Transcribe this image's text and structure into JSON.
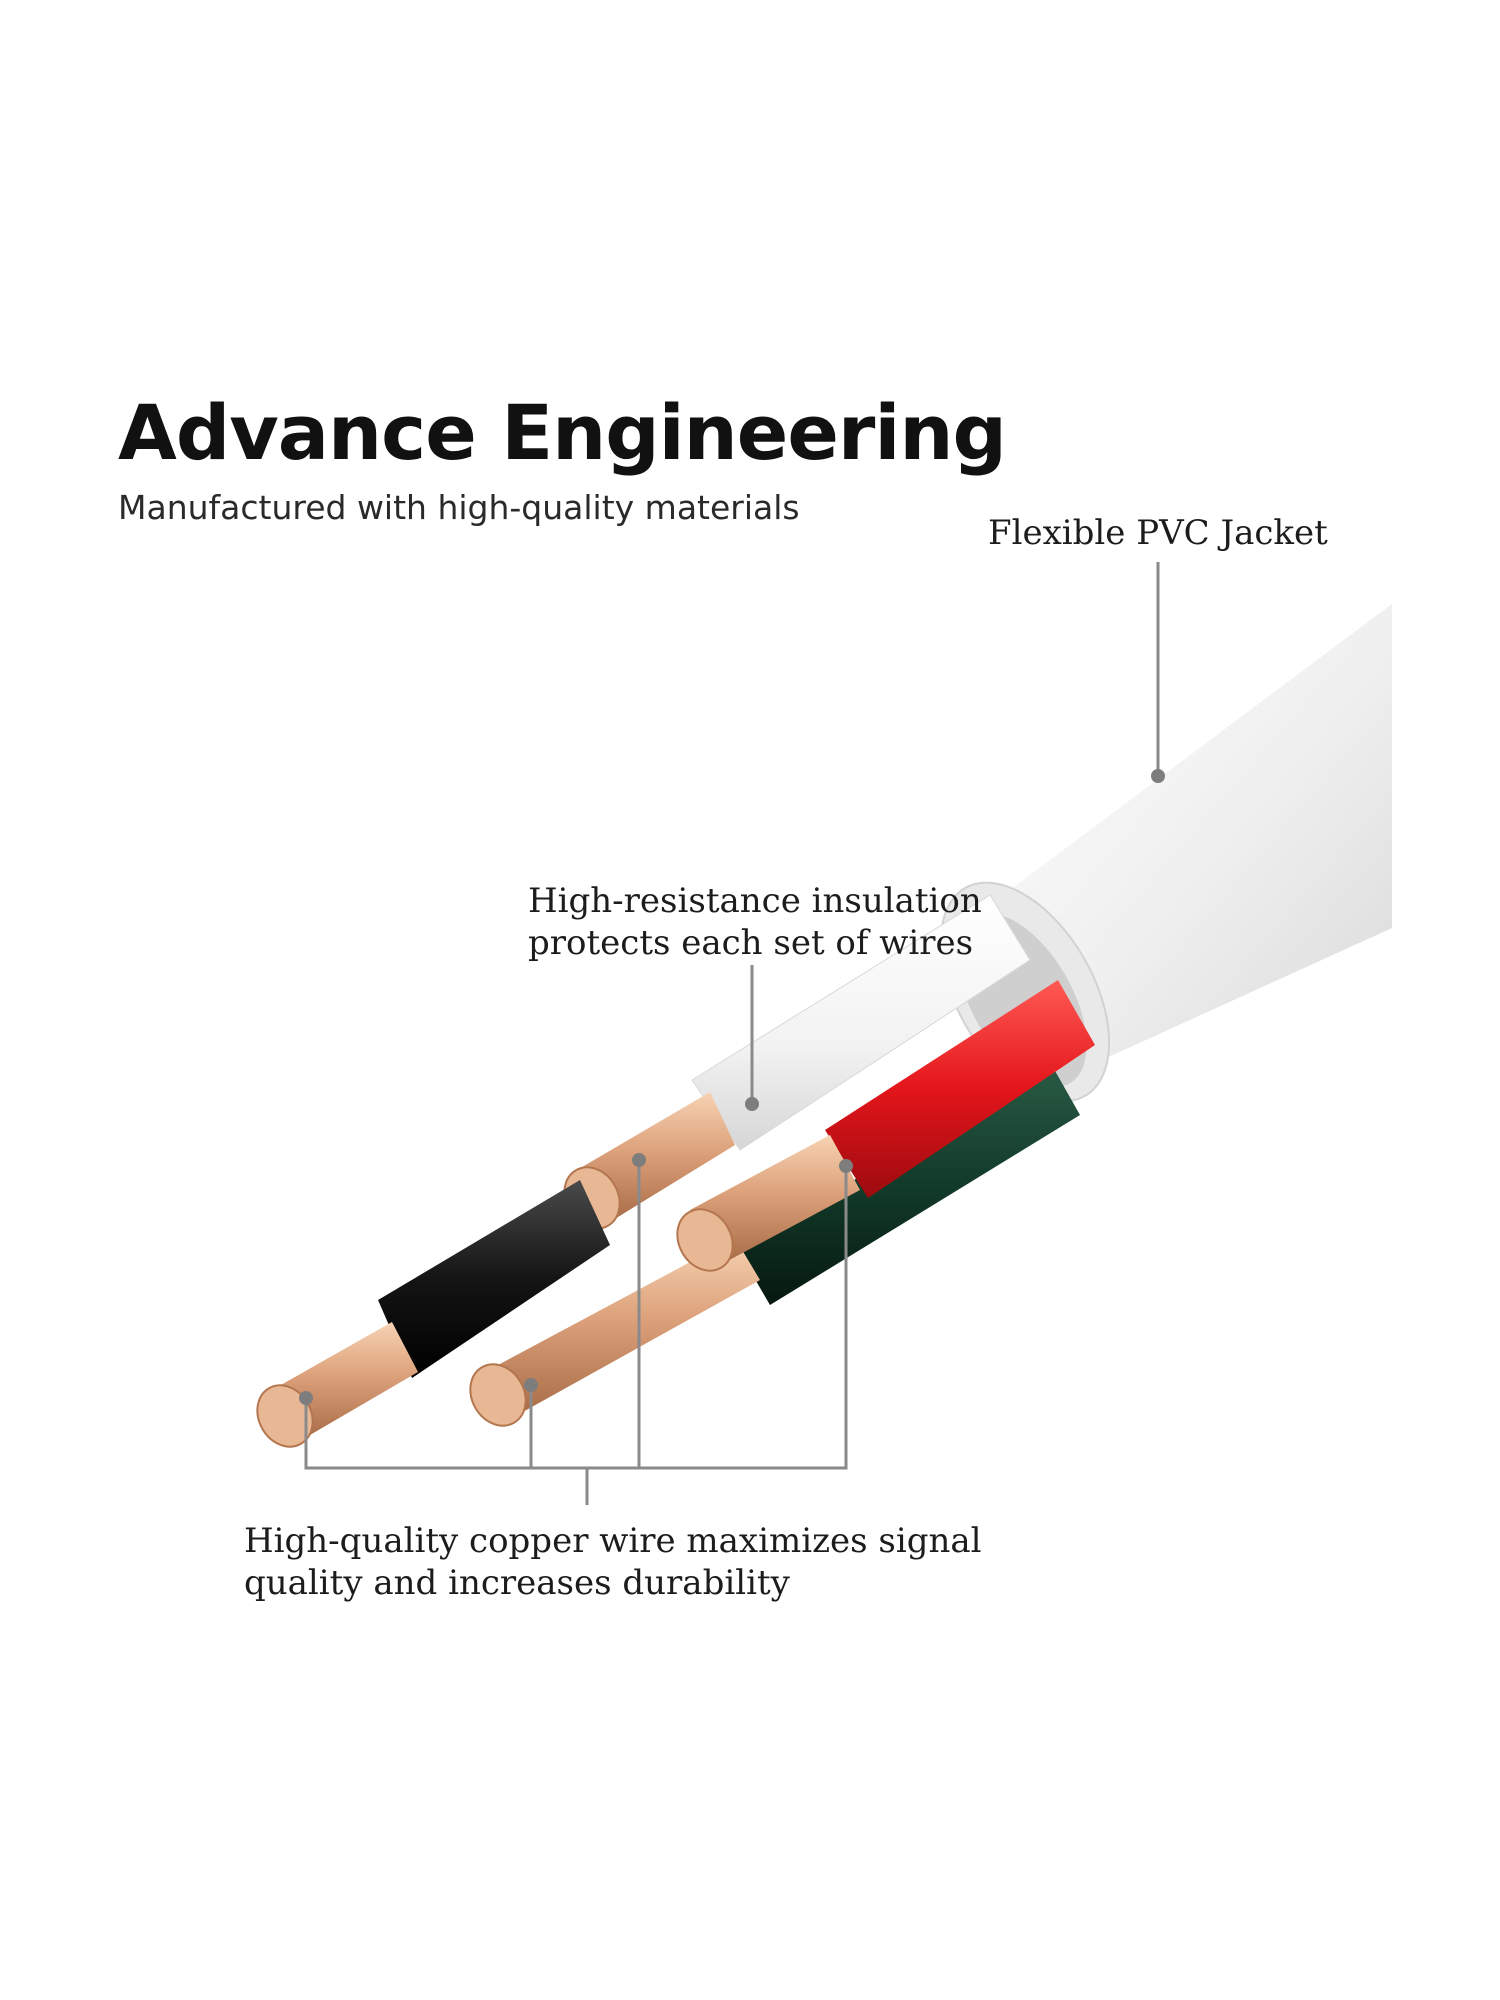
{
  "header": {
    "title": "Advance Engineering",
    "subtitle": "Manufactured with high-quality materials"
  },
  "callouts": {
    "jacket": "Flexible PVC Jacket",
    "insulation_line1": "High-resistance insulation",
    "insulation_line2": "protects each set of wires",
    "copper_line1": "High-quality copper wire maximizes signal",
    "copper_line2": "quality and increases durability"
  },
  "colors": {
    "jacket": "#f2f2f2",
    "wire_white": "#fafafa",
    "wire_red": "#e3151a",
    "wire_black": "#141414",
    "wire_green": "#123b2a",
    "copper": "#d9a27a",
    "leader_line": "#8a8a8a"
  }
}
